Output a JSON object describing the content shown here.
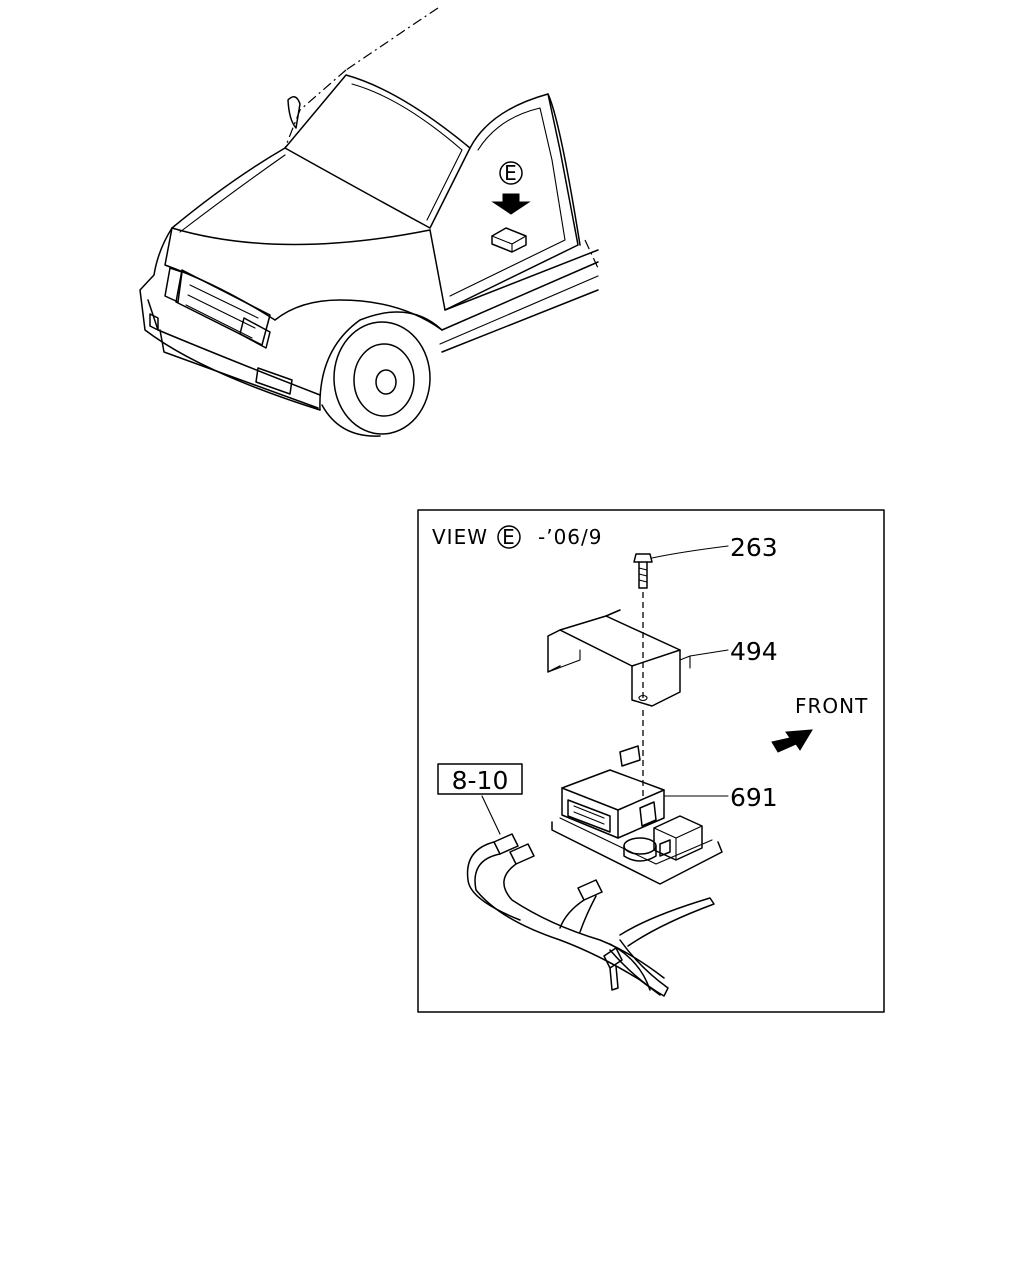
{
  "overview": {
    "view_marker": "E"
  },
  "detail_view": {
    "view_prefix": "VIEW",
    "view_marker": "E",
    "view_suffix": "-’06/9",
    "direction_label": "FRONT",
    "ref_box_label": "8-10",
    "callouts": [
      {
        "id": "bolt",
        "number": "263"
      },
      {
        "id": "bracket",
        "number": "494"
      },
      {
        "id": "module",
        "number": "691"
      }
    ]
  }
}
